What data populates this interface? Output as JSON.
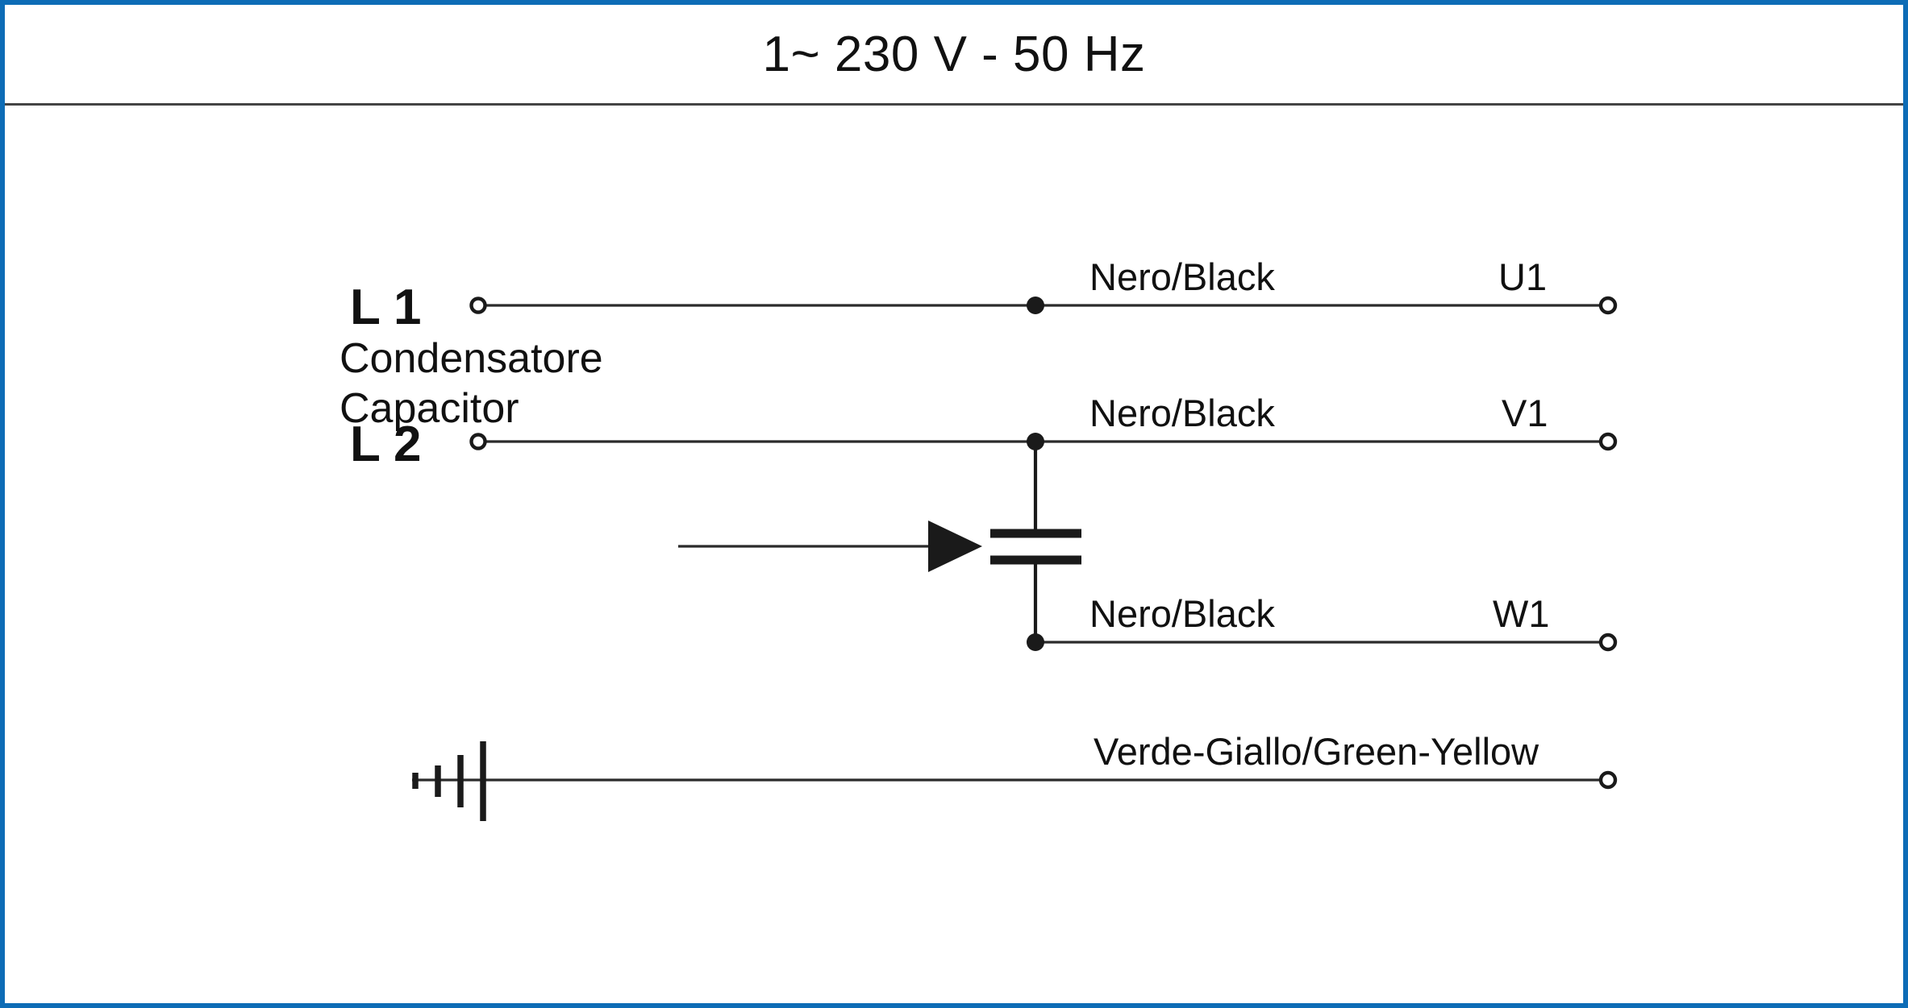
{
  "header": {
    "title": "1~ 230 V - 50 Hz"
  },
  "diagram": {
    "type": "single-phase-capacitor-motor-wiring",
    "phase_labels": [
      {
        "id": "l1",
        "text": "L 1"
      },
      {
        "id": "l2",
        "text": "L 2"
      }
    ],
    "capacitor_label": {
      "line1": "Condensatore",
      "line2": "Capacitor"
    },
    "wires": [
      {
        "id": "u1",
        "color_label": "Nero/Black",
        "terminal": "U1"
      },
      {
        "id": "v1",
        "color_label": "Nero/Black",
        "terminal": "V1"
      },
      {
        "id": "w1",
        "color_label": "Nero/Black",
        "terminal": "W1"
      },
      {
        "id": "pe",
        "color_label": "Verde-Giallo/Green-Yellow",
        "terminal": ""
      }
    ],
    "colors": {
      "border": "#0d6cb6",
      "rule": "#444444",
      "line": "#2b2b2b",
      "text": "#111111"
    }
  }
}
